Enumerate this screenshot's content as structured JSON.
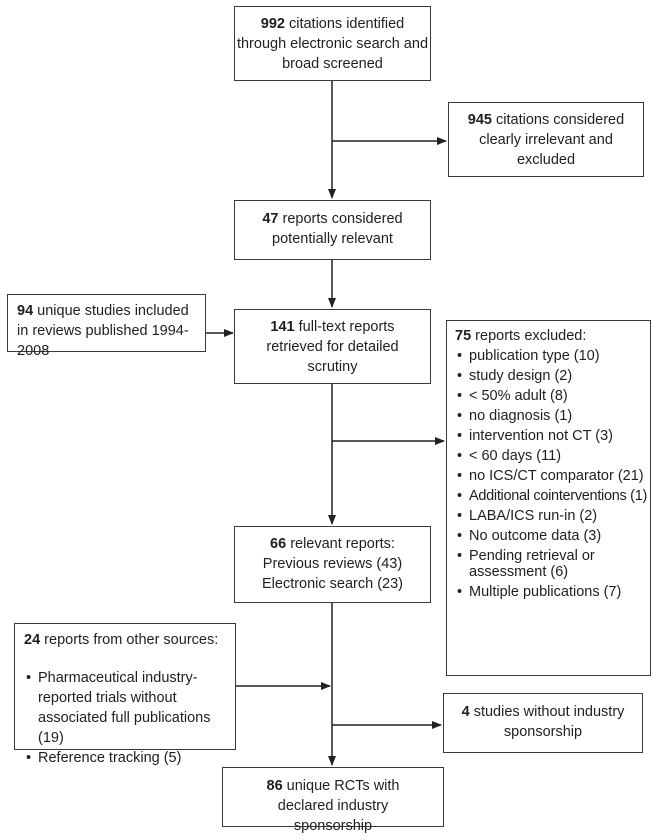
{
  "boxes": {
    "identified": {
      "count": "992",
      "text": "citations identified through electronic search and broad screened"
    },
    "irrelevant": {
      "count": "945",
      "text": "citations considered clearly irrelevant and excluded"
    },
    "potentially_relevant": {
      "count": "47",
      "text": "reports considered potentially relevant"
    },
    "reviews": {
      "count": "94",
      "text": "unique studies included in reviews published 1994-2008"
    },
    "full_text": {
      "count": "141",
      "text": "full-text reports retrieved for detailed scrutiny"
    },
    "excluded": {
      "count": "75",
      "text": "reports excluded:",
      "items": [
        "publication type (10)",
        "study design (2)",
        "< 50% adult (8)",
        "no diagnosis (1)",
        "intervention not CT (3)",
        "< 60 days (11)",
        "no ICS/CT comparator (21)",
        "Additional cointerventions (1)",
        "LABA/ICS run-in (2)",
        "No outcome data (3)",
        "Pending retrieval or assessment (6)",
        "Multiple publications (7)"
      ]
    },
    "relevant": {
      "count": "66",
      "text": "relevant reports:",
      "line1": "Previous reviews (43)",
      "line2": "Electronic search (23)"
    },
    "other_sources": {
      "count": "24",
      "text": "reports from other sources:",
      "items": [
        "Pharmaceutical industry-reported trials without associated full publications (19)",
        "Reference tracking (5)"
      ]
    },
    "no_sponsorship": {
      "count": "4",
      "text": "studies without industry sponsorship"
    },
    "final": {
      "count": "86",
      "text": "unique RCTs with declared industry sponsorship"
    }
  }
}
